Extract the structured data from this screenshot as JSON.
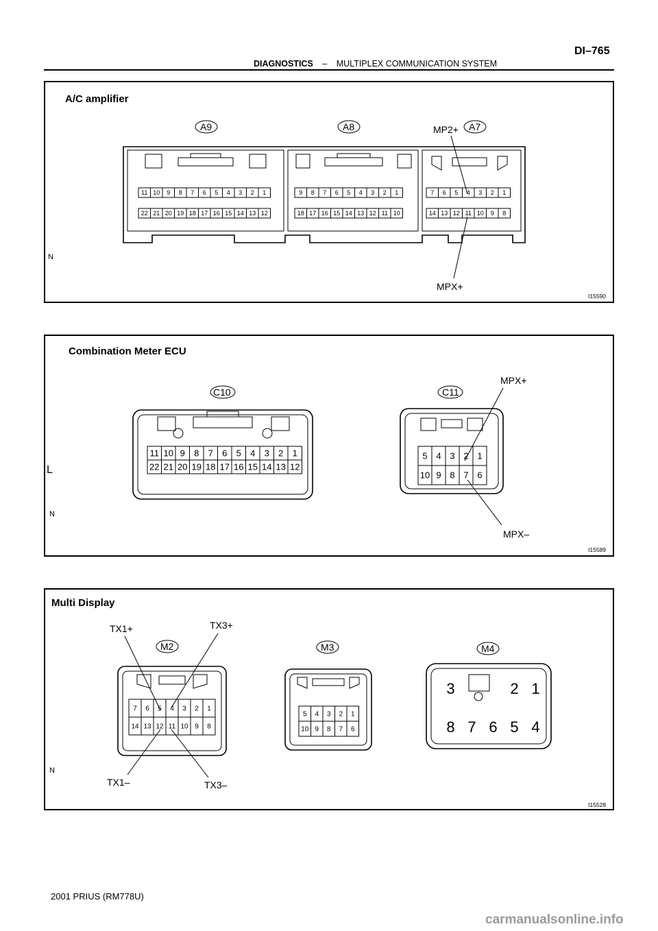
{
  "header": {
    "section_bold": "DIAGNOSTICS",
    "section_dash": "–",
    "section_rest": "MULTIPLEX COMMUNICATION SYSTEM",
    "page_number": "DI–765"
  },
  "panel1": {
    "title": "A/C amplifier",
    "figure_id": "I15590",
    "n_mark": "N",
    "connectors": {
      "A9": {
        "label": "A9",
        "top": [
          "11",
          "10",
          "9",
          "8",
          "7",
          "6",
          "5",
          "4",
          "3",
          "2",
          "1"
        ],
        "bottom": [
          "22",
          "21",
          "20",
          "19",
          "18",
          "17",
          "16",
          "15",
          "14",
          "13",
          "12"
        ]
      },
      "A8": {
        "label": "A8",
        "top": [
          "9",
          "8",
          "7",
          "6",
          "5",
          "4",
          "3",
          "2",
          "1"
        ],
        "bottom": [
          "18",
          "17",
          "16",
          "15",
          "14",
          "13",
          "12",
          "11",
          "10"
        ]
      },
      "A7": {
        "label": "A7",
        "top": [
          "7",
          "6",
          "5",
          "4",
          "3",
          "2",
          "1"
        ],
        "bottom": [
          "14",
          "13",
          "12",
          "11",
          "10",
          "9",
          "8"
        ]
      }
    },
    "callouts": {
      "mp2_plus": "MP2+",
      "mpx_plus": "MPX+"
    }
  },
  "panel2": {
    "title": "Combination Meter ECU",
    "figure_id": "I15589",
    "n_mark": "N",
    "side_mark": "L",
    "connectors": {
      "C10": {
        "label": "C10",
        "top": [
          "11",
          "10",
          "9",
          "8",
          "7",
          "6",
          "5",
          "4",
          "3",
          "2",
          "1"
        ],
        "bottom": [
          "22",
          "21",
          "20",
          "19",
          "18",
          "17",
          "16",
          "15",
          "14",
          "13",
          "12"
        ]
      },
      "C11": {
        "label": "C11",
        "top": [
          "5",
          "4",
          "3",
          "2",
          "1"
        ],
        "bottom": [
          "10",
          "9",
          "8",
          "7",
          "6"
        ]
      }
    },
    "callouts": {
      "mpx_plus": "MPX+",
      "mpx_minus": "MPX–"
    }
  },
  "panel3": {
    "title": "Multi Display",
    "figure_id": "I15528",
    "n_mark": "N",
    "connectors": {
      "M2": {
        "label": "M2",
        "top": [
          "7",
          "6",
          "5",
          "4",
          "3",
          "2",
          "1"
        ],
        "bottom": [
          "14",
          "13",
          "12",
          "11",
          "10",
          "9",
          "8"
        ]
      },
      "M3": {
        "label": "M3",
        "top": [
          "5",
          "4",
          "3",
          "2",
          "1"
        ],
        "bottom": [
          "10",
          "9",
          "8",
          "7",
          "6"
        ]
      },
      "M4": {
        "label": "M4",
        "top": [
          "3",
          "2",
          "1"
        ],
        "bottom": [
          "8",
          "7",
          "6",
          "5",
          "4"
        ]
      }
    },
    "callouts": {
      "tx1_plus": "TX1+",
      "tx3_plus": "TX3+",
      "tx1_minus": "TX1–",
      "tx3_minus": "TX3–"
    }
  },
  "footer": {
    "model": "2001 PRIUS   (RM778U)"
  },
  "watermark": "carmanualsonline.info"
}
